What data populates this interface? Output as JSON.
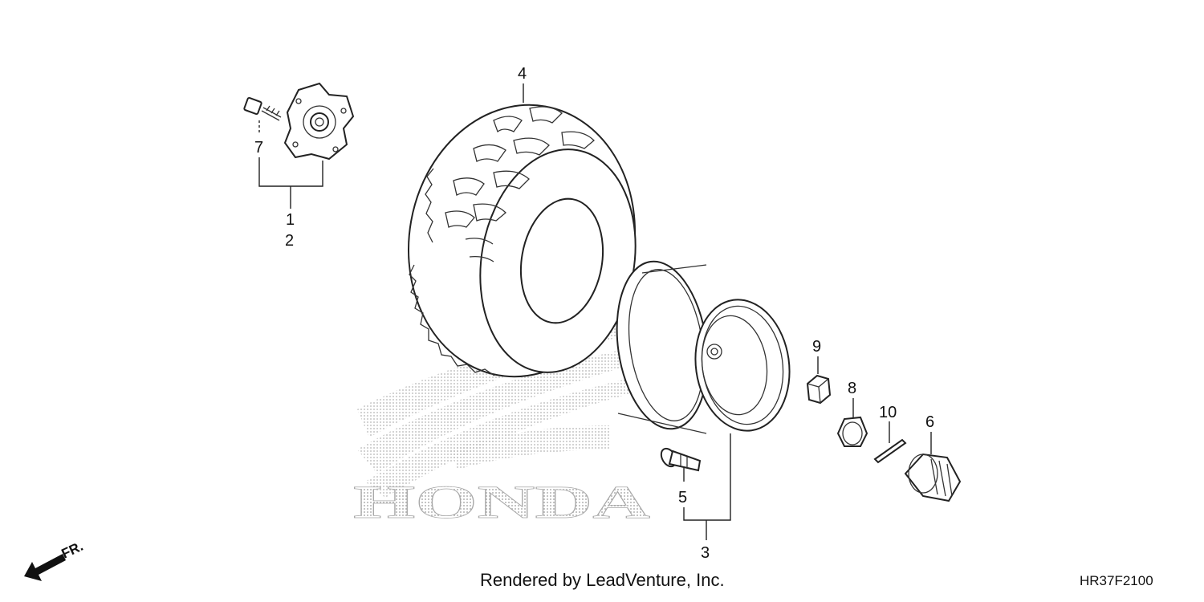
{
  "callouts": {
    "c1": "1",
    "c2": "2",
    "c3": "3",
    "c4": "4",
    "c5": "5",
    "c6": "6",
    "c7": "7",
    "c8": "8",
    "c9": "9",
    "c10": "10"
  },
  "watermark": "HONDA",
  "direction_label": "FR.",
  "render_credit": "Rendered by LeadVenture, Inc.",
  "diagram_code": "HR37F2100",
  "colors": {
    "line": "#222222",
    "watermark": "#bdbdbd",
    "background": "#ffffff"
  }
}
